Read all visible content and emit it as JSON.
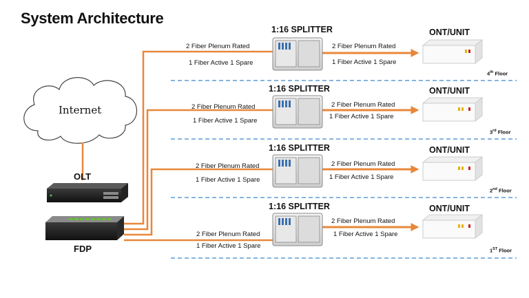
{
  "title": "System Architecture",
  "internet_label": "Internet",
  "olt_label": "OLT",
  "fdp_label": "FDP",
  "colors": {
    "fiber": "#e8873a",
    "divider": "#5b9bd5"
  },
  "rows": [
    {
      "splitter_label": "1:16 SPLITTER",
      "ont_label": "ONT/UNIT",
      "cable_in_top": "2 Fiber Plenum Rated",
      "cable_in_bottom": "1 Fiber Active 1 Spare",
      "cable_out_top": "2 Fiber Plenum Rated",
      "cable_out_bottom": "1 Fiber Active 1 Spare",
      "floor_num": "4",
      "floor_sup": "th",
      "floor_word": "Floor"
    },
    {
      "splitter_label": "1:16 SPLITTER",
      "ont_label": "ONT/UNIT",
      "cable_in_top": "2 Fiber Plenum Rated",
      "cable_in_bottom": "1 Fiber Active 1 Spare",
      "cable_out_top": "2 Fiber Plenum Rated",
      "cable_out_bottom": "1 Fiber Active 1 Spare",
      "floor_num": "3",
      "floor_sup": "rd",
      "floor_word": "Floor"
    },
    {
      "splitter_label": "1:16 SPLITTER",
      "ont_label": "ONT/UNIT",
      "cable_in_top": "2 Fiber Plenum Rated",
      "cable_in_bottom": "1 Fiber Active 1 Spare",
      "cable_out_top": "2 Fiber Plenum Rated",
      "cable_out_bottom": "1 Fiber Active 1 Spare",
      "floor_num": "2",
      "floor_sup": "nd",
      "floor_word": "Floor"
    },
    {
      "splitter_label": "1:16 SPLITTER",
      "ont_label": "ONT/UNIT",
      "cable_in_top": "2 Fiber Plenum Rated",
      "cable_in_bottom": "1 Fiber Active 1 Spare",
      "cable_out_top": "2 Fiber Plenum Rated",
      "cable_out_bottom": "1 Fiber Active 1 Spare",
      "floor_num": "1",
      "floor_sup": "ST",
      "floor_word": "Floor"
    }
  ]
}
